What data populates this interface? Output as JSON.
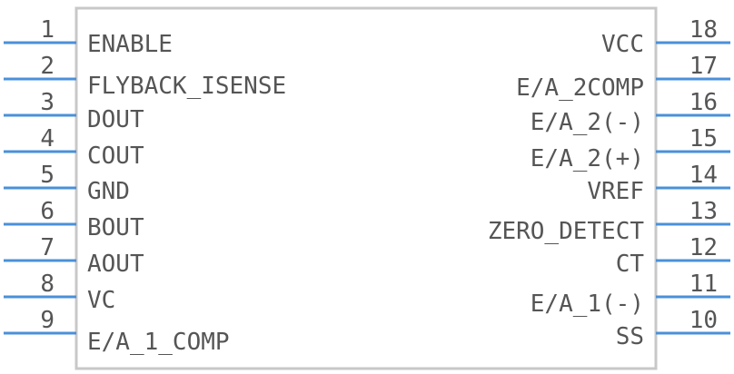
{
  "colors": {
    "pin": "#4a90d9",
    "body_outline": "#c8c8c8",
    "text": "#555555",
    "background": "#ffffff"
  },
  "left_pins": [
    {
      "number": "1",
      "label": "ENABLE"
    },
    {
      "number": "2",
      "label": "FLYBACK_ISENSE"
    },
    {
      "number": "3",
      "label": "DOUT"
    },
    {
      "number": "4",
      "label": "COUT"
    },
    {
      "number": "5",
      "label": "GND"
    },
    {
      "number": "6",
      "label": "BOUT"
    },
    {
      "number": "7",
      "label": "AOUT"
    },
    {
      "number": "8",
      "label": "VC"
    },
    {
      "number": "9",
      "label": "E/A_1_COMP"
    }
  ],
  "right_pins": [
    {
      "number": "18",
      "label": "VCC"
    },
    {
      "number": "17",
      "label": "E/A_2COMP"
    },
    {
      "number": "16",
      "label": "E/A_2(-)"
    },
    {
      "number": "15",
      "label": "E/A_2(+)"
    },
    {
      "number": "14",
      "label": "VREF"
    },
    {
      "number": "13",
      "label": "ZERO_DETECT"
    },
    {
      "number": "12",
      "label": "CT"
    },
    {
      "number": "11",
      "label": "E/A_1(-)"
    },
    {
      "number": "10",
      "label": "SS"
    }
  ]
}
